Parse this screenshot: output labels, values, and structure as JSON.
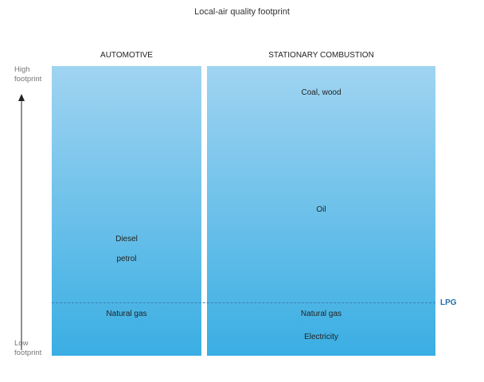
{
  "title": "Local-air quality footprint",
  "axis": {
    "high": "High footprint",
    "low": "Low footprint"
  },
  "columns": [
    {
      "heading": "AUTOMOTIVE",
      "items": [
        "Diesel",
        "petrol",
        "Natural gas"
      ]
    },
    {
      "heading": "STATIONARY COMBUSTION",
      "items": [
        "Coal, wood",
        "Oil",
        "Natural gas",
        "Electricity"
      ]
    }
  ],
  "threshold": {
    "label": "LPG"
  },
  "colors": {
    "top": "#a0d4f1",
    "bottom": "#3aaee3",
    "threshold": "#1f6fa8"
  }
}
